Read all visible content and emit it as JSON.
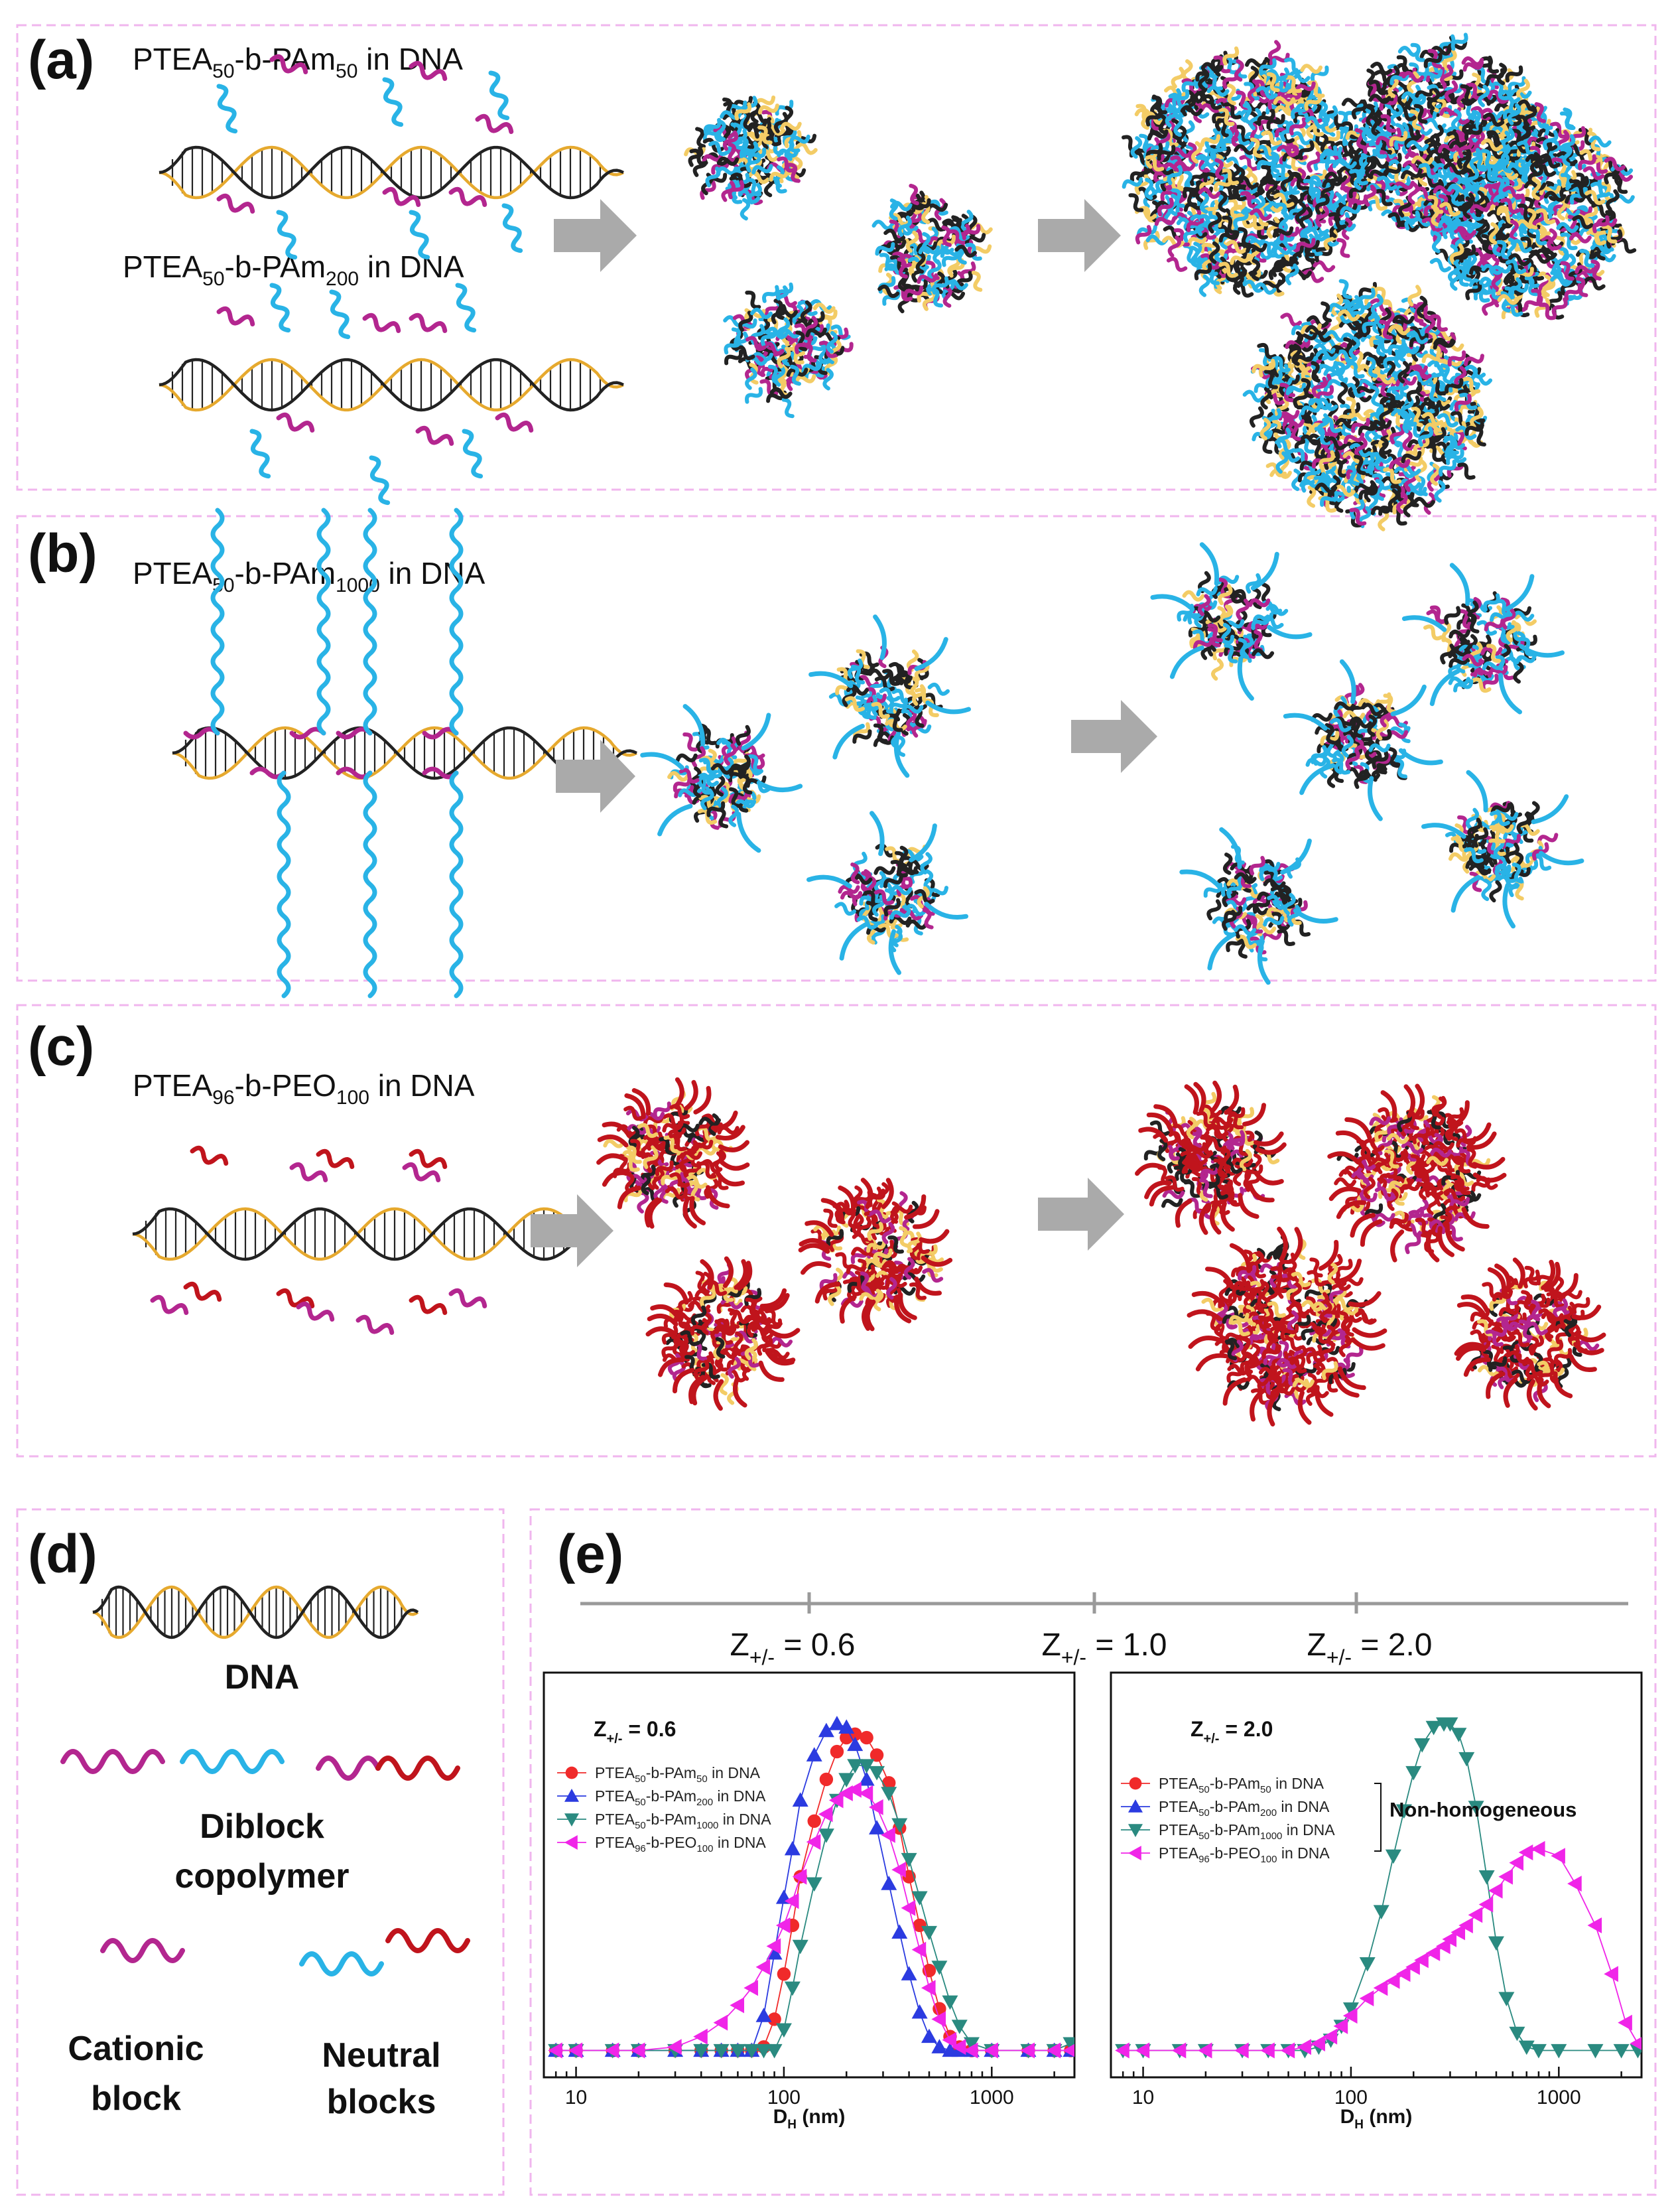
{
  "panels": {
    "a": {
      "letter": "(a)",
      "label1": {
        "main": "PTEA",
        "s1": "50",
        "mid": "-b-PAm",
        "s2": "50",
        "end": " in DNA"
      },
      "label2": {
        "main": "PTEA",
        "s1": "50",
        "mid": "-b-PAm",
        "s2": "200",
        "end": " in DNA"
      }
    },
    "b": {
      "letter": "(b)",
      "label1": {
        "main": "PTEA",
        "s1": "50",
        "mid": "-b-PAm",
        "s2": "1000",
        "end": " in DNA"
      }
    },
    "c": {
      "letter": "(c)",
      "label1": {
        "main": "PTEA",
        "s1": "96",
        "mid": "-b-PEO",
        "s2": "100",
        "end": " in DNA"
      }
    },
    "d": {
      "letter": "(d)",
      "dna": "DNA",
      "diblock1": "Diblock",
      "diblock2": "copolymer",
      "cationic1": "Cationic",
      "cationic2": "block",
      "neutral1": "Neutral",
      "neutral2": "blocks"
    },
    "e": {
      "letter": "(e)",
      "z_main": "Z",
      "z_sub": "+/-",
      "z_values": [
        " = 0.6",
        " = 1.0",
        " = 2.0"
      ],
      "non_homogeneous": "Non-homogeneous"
    }
  },
  "colors": {
    "cationic": "#b3268f",
    "pam": "#29b3e6",
    "peo": "#c0141c",
    "dna_backbone": "#e6a92e",
    "dna_strand": "#222222",
    "core_yellow": "#f3cc66",
    "arrow": "#aaaaaa",
    "frame": "#f0b6ee",
    "timeline": "#9a9a9a",
    "series": [
      "#f02a2a",
      "#2b3be0",
      "#2a8a80",
      "#f025e8"
    ]
  },
  "chart_data": [
    {
      "type": "line",
      "title": "Z+/- = 0.6",
      "xlabel": "DH (nm)",
      "ylabel": "",
      "xscale": "log",
      "xlim": [
        7,
        2500
      ],
      "ylim": [
        0,
        1.05
      ],
      "xticks": [
        "10",
        "100",
        "1000"
      ],
      "legend": "top-left",
      "series": [
        {
          "name": "PTEA50-b-PAm50 in DNA",
          "marker": "circle",
          "x": [
            8,
            10,
            15,
            20,
            30,
            40,
            50,
            60,
            70,
            80,
            90,
            100,
            110,
            120,
            140,
            160,
            180,
            200,
            220,
            250,
            280,
            320,
            360,
            400,
            450,
            500,
            560,
            630,
            700,
            800,
            1000,
            1500,
            2000,
            2400
          ],
          "y": [
            0.02,
            0.02,
            0.02,
            0.02,
            0.02,
            0.02,
            0.02,
            0.02,
            0.02,
            0.03,
            0.11,
            0.24,
            0.38,
            0.52,
            0.68,
            0.8,
            0.88,
            0.92,
            0.93,
            0.92,
            0.87,
            0.79,
            0.66,
            0.52,
            0.38,
            0.25,
            0.14,
            0.06,
            0.03,
            0.02,
            0.02,
            0.02,
            0.02,
            0.02
          ]
        },
        {
          "name": "PTEA50-b-PAm200 in DNA",
          "marker": "triangle-up",
          "x": [
            8,
            10,
            15,
            20,
            30,
            40,
            50,
            60,
            70,
            80,
            90,
            100,
            110,
            120,
            140,
            160,
            180,
            200,
            220,
            250,
            280,
            320,
            360,
            400,
            450,
            500,
            560,
            630,
            700,
            800,
            1000,
            1500,
            2000,
            2400
          ],
          "y": [
            0.02,
            0.02,
            0.02,
            0.02,
            0.02,
            0.02,
            0.02,
            0.02,
            0.02,
            0.12,
            0.3,
            0.46,
            0.6,
            0.74,
            0.87,
            0.94,
            0.96,
            0.95,
            0.9,
            0.8,
            0.66,
            0.5,
            0.36,
            0.24,
            0.13,
            0.06,
            0.03,
            0.02,
            0.02,
            0.02,
            0.02,
            0.02,
            0.02,
            0.02
          ]
        },
        {
          "name": "PTEA50-b-PAm1000 in DNA",
          "marker": "triangle-down",
          "x": [
            8,
            10,
            15,
            20,
            30,
            40,
            50,
            60,
            70,
            80,
            90,
            100,
            110,
            120,
            140,
            160,
            180,
            200,
            220,
            250,
            280,
            320,
            360,
            400,
            450,
            500,
            560,
            630,
            700,
            800,
            1000,
            1500,
            2000,
            2400
          ],
          "y": [
            0.02,
            0.02,
            0.02,
            0.02,
            0.02,
            0.02,
            0.02,
            0.02,
            0.02,
            0.02,
            0.02,
            0.08,
            0.2,
            0.32,
            0.5,
            0.64,
            0.74,
            0.8,
            0.84,
            0.84,
            0.82,
            0.76,
            0.67,
            0.57,
            0.46,
            0.36,
            0.26,
            0.16,
            0.09,
            0.04,
            0.02,
            0.02,
            0.02,
            0.04
          ]
        },
        {
          "name": "PTEA96-b-PEO100 in DNA",
          "marker": "triangle-left",
          "x": [
            8,
            10,
            15,
            20,
            30,
            40,
            50,
            60,
            70,
            80,
            90,
            100,
            110,
            120,
            140,
            160,
            180,
            200,
            220,
            250,
            280,
            320,
            360,
            400,
            450,
            500,
            560,
            630,
            700,
            800,
            1000,
            1500,
            2000,
            2400
          ],
          "y": [
            0.02,
            0.02,
            0.02,
            0.02,
            0.03,
            0.06,
            0.1,
            0.15,
            0.2,
            0.26,
            0.32,
            0.38,
            0.45,
            0.52,
            0.62,
            0.7,
            0.74,
            0.76,
            0.77,
            0.76,
            0.72,
            0.64,
            0.54,
            0.43,
            0.31,
            0.2,
            0.11,
            0.05,
            0.03,
            0.02,
            0.02,
            0.02,
            0.02,
            0.02
          ]
        }
      ]
    },
    {
      "type": "line",
      "title": "Z+/- = 2.0",
      "xlabel": "DH (nm)",
      "ylabel": "",
      "xscale": "log",
      "xlim": [
        7,
        2500
      ],
      "ylim": [
        0,
        1.05
      ],
      "xticks": [
        "10",
        "100",
        "1000"
      ],
      "legend": "top-left",
      "series": [
        {
          "name": "PTEA50-b-PAm50 in DNA",
          "marker": "circle",
          "x": [],
          "y": []
        },
        {
          "name": "PTEA50-b-PAm200 in DNA",
          "marker": "triangle-up",
          "x": [],
          "y": []
        },
        {
          "name": "PTEA50-b-PAm1000 in DNA",
          "marker": "triangle-down",
          "x": [
            8,
            10,
            15,
            20,
            30,
            40,
            50,
            60,
            70,
            80,
            90,
            100,
            120,
            140,
            160,
            180,
            200,
            220,
            250,
            280,
            300,
            330,
            360,
            400,
            450,
            500,
            560,
            630,
            700,
            800,
            1000,
            1500,
            2000,
            2400
          ],
          "y": [
            0.02,
            0.02,
            0.02,
            0.02,
            0.02,
            0.02,
            0.02,
            0.02,
            0.03,
            0.05,
            0.09,
            0.14,
            0.27,
            0.42,
            0.58,
            0.71,
            0.82,
            0.9,
            0.95,
            0.96,
            0.96,
            0.93,
            0.86,
            0.72,
            0.52,
            0.33,
            0.17,
            0.07,
            0.03,
            0.02,
            0.02,
            0.02,
            0.02,
            0.02
          ]
        },
        {
          "name": "PTEA96-b-PEO100 in DNA",
          "marker": "triangle-left",
          "x": [
            8,
            10,
            15,
            20,
            30,
            40,
            50,
            60,
            70,
            80,
            90,
            100,
            120,
            140,
            160,
            180,
            200,
            220,
            250,
            280,
            300,
            330,
            360,
            400,
            450,
            500,
            560,
            630,
            700,
            800,
            1000,
            1200,
            1500,
            1800,
            2100,
            2400
          ],
          "y": [
            0.02,
            0.02,
            0.02,
            0.02,
            0.02,
            0.02,
            0.02,
            0.03,
            0.04,
            0.06,
            0.09,
            0.12,
            0.17,
            0.2,
            0.22,
            0.24,
            0.26,
            0.28,
            0.3,
            0.32,
            0.34,
            0.36,
            0.38,
            0.41,
            0.44,
            0.48,
            0.52,
            0.56,
            0.59,
            0.6,
            0.58,
            0.5,
            0.38,
            0.24,
            0.1,
            0.04
          ]
        }
      ]
    }
  ]
}
